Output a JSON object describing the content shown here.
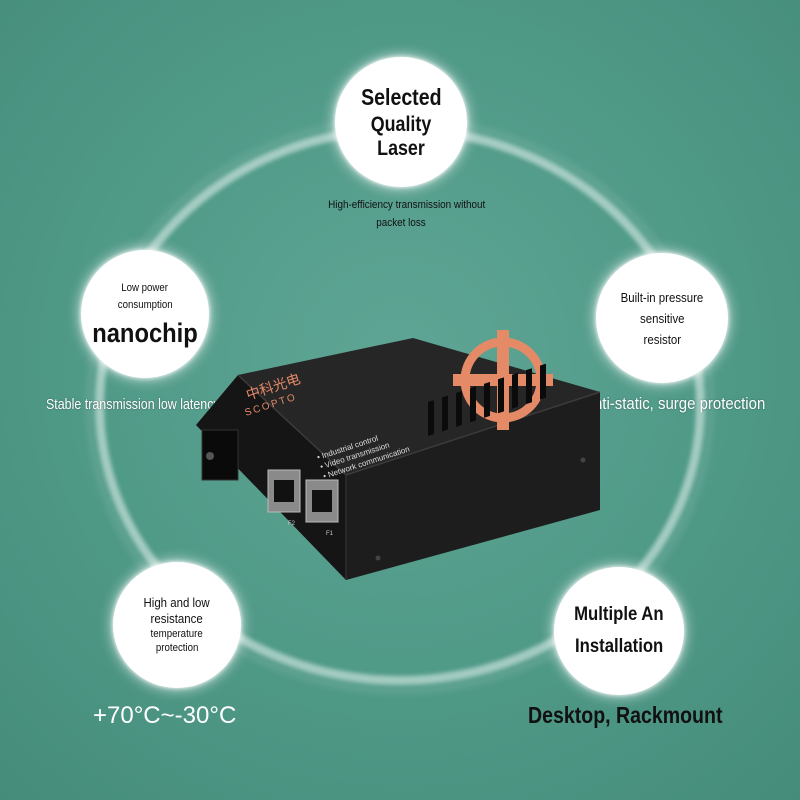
{
  "colors": {
    "background": "#4f9987",
    "bubble": "#ffffff",
    "device_body": "#1c1c1c",
    "logo_accent": "#e58a67"
  },
  "bubbles": {
    "top": {
      "line1": "Selected",
      "line2": "Quality Laser",
      "caption_line1": "High-efficiency transmission without",
      "caption_line2": "packet loss"
    },
    "left": {
      "line1": "Low power",
      "line2": "consumption",
      "big": "nanochip",
      "caption": "Stable transmission low latency"
    },
    "right": {
      "line1": "Built-in pressure",
      "line2": "sensitive",
      "line3": "resistor",
      "caption": "Anti-static, surge protection"
    },
    "bottom_left": {
      "line1": "High and low",
      "line2": "resistance",
      "line3": "temperature",
      "line4": "protection",
      "caption": "+70°C~-30°C"
    },
    "bottom_right": {
      "line1": "Multiple An",
      "line2": "Installation",
      "caption": "Desktop, Rackmount"
    }
  },
  "device": {
    "brand_cn": "中科光电",
    "brand_en": "SCOPTO",
    "features": [
      "• Industrial control",
      "• Video transmission",
      "• Network communication"
    ],
    "port_labels": [
      "F2",
      "F1"
    ]
  }
}
